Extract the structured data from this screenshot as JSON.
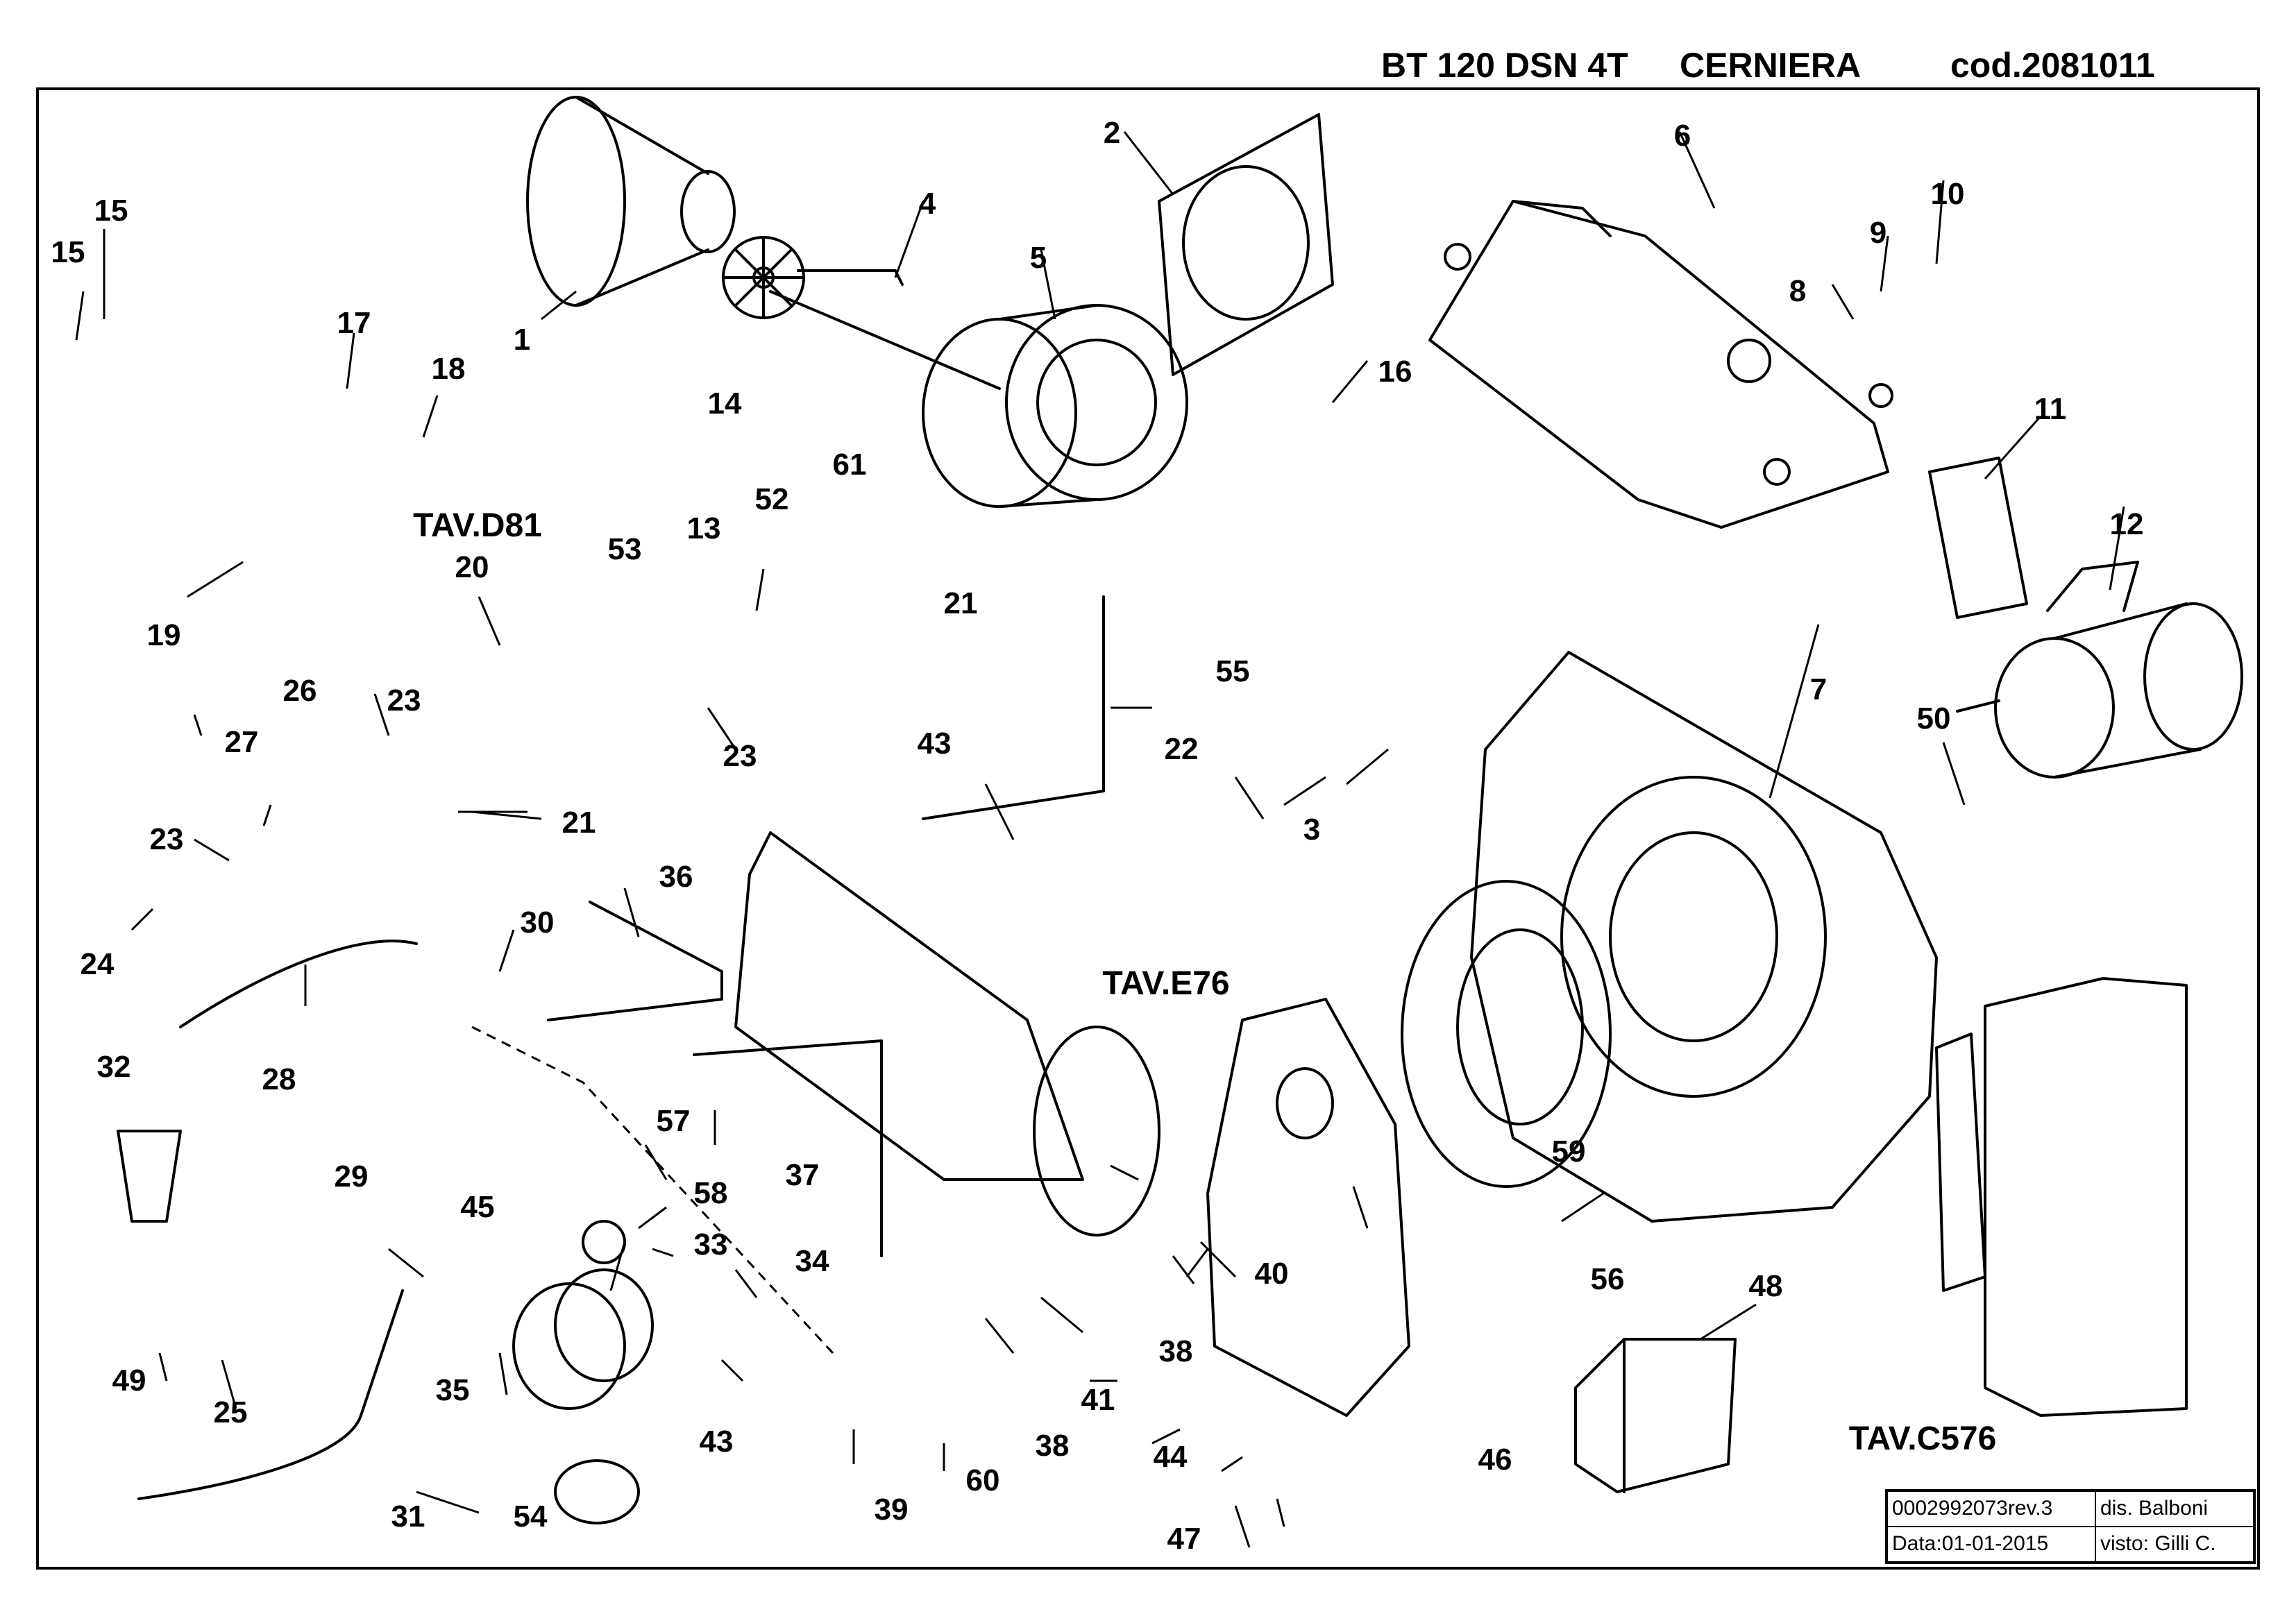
{
  "header": {
    "model": "BT 120 DSN 4T",
    "type": "CERNIERA",
    "code": "cod.2081011"
  },
  "part_labels": [
    "1",
    "2",
    "3",
    "4",
    "5",
    "6",
    "7",
    "8",
    "9",
    "10",
    "11",
    "12",
    "13",
    "14",
    "15",
    "15",
    "16",
    "17",
    "18",
    "19",
    "20",
    "21",
    "21",
    "22",
    "23",
    "23",
    "23",
    "24",
    "25",
    "26",
    "27",
    "28",
    "29",
    "30",
    "31",
    "32",
    "33",
    "34",
    "35",
    "36",
    "37",
    "38",
    "38",
    "39",
    "40",
    "41",
    "43",
    "43",
    "44",
    "45",
    "46",
    "47",
    "48",
    "49",
    "50",
    "52",
    "53",
    "54",
    "55",
    "56",
    "57",
    "58",
    "59",
    "60",
    "61"
  ],
  "table_refs": [
    "TAV.D81",
    "TAV.E76",
    "TAV.C576"
  ],
  "title_block": {
    "drawing_number": "0002992073rev.3",
    "drawn_by": "dis. Balboni",
    "date": "Data:01-01-2015",
    "checked_by": "visto: Gilli C."
  },
  "colors": {
    "ink": "#000000",
    "paper": "#ffffff"
  }
}
